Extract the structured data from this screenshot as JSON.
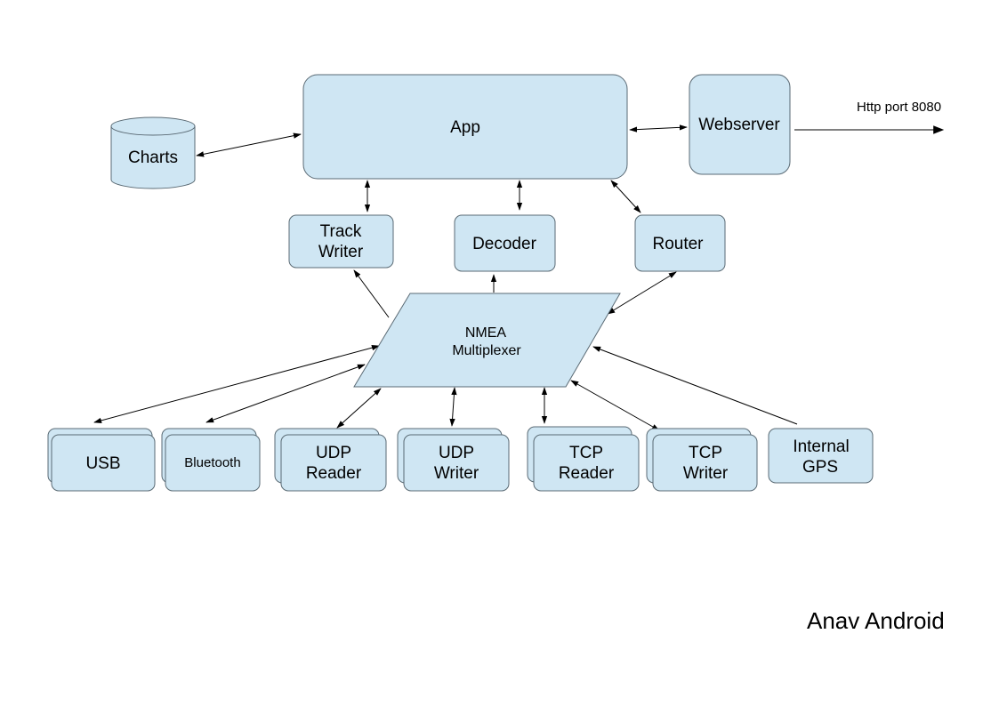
{
  "nodes": {
    "app": "App",
    "webserver": "Webserver",
    "charts": "Charts",
    "track_writer": [
      "Track",
      "Writer"
    ],
    "decoder": "Decoder",
    "router": "Router",
    "nmea_multiplexer": [
      "NMEA",
      "Multiplexer"
    ],
    "usb": "USB",
    "bluetooth": "Bluetooth",
    "udp_reader": [
      "UDP",
      "Reader"
    ],
    "udp_writer": [
      "UDP",
      "Writer"
    ],
    "tcp_reader": [
      "TCP",
      "Reader"
    ],
    "tcp_writer": [
      "TCP",
      "Writer"
    ],
    "internal_gps": [
      "Internal",
      "GPS"
    ]
  },
  "http_label": "Http port 8080",
  "footer_label": "Anav Android",
  "colors": {
    "node_fill": "#cfe6f3",
    "node_stroke": "#5a6a74",
    "edge": "#000000"
  }
}
